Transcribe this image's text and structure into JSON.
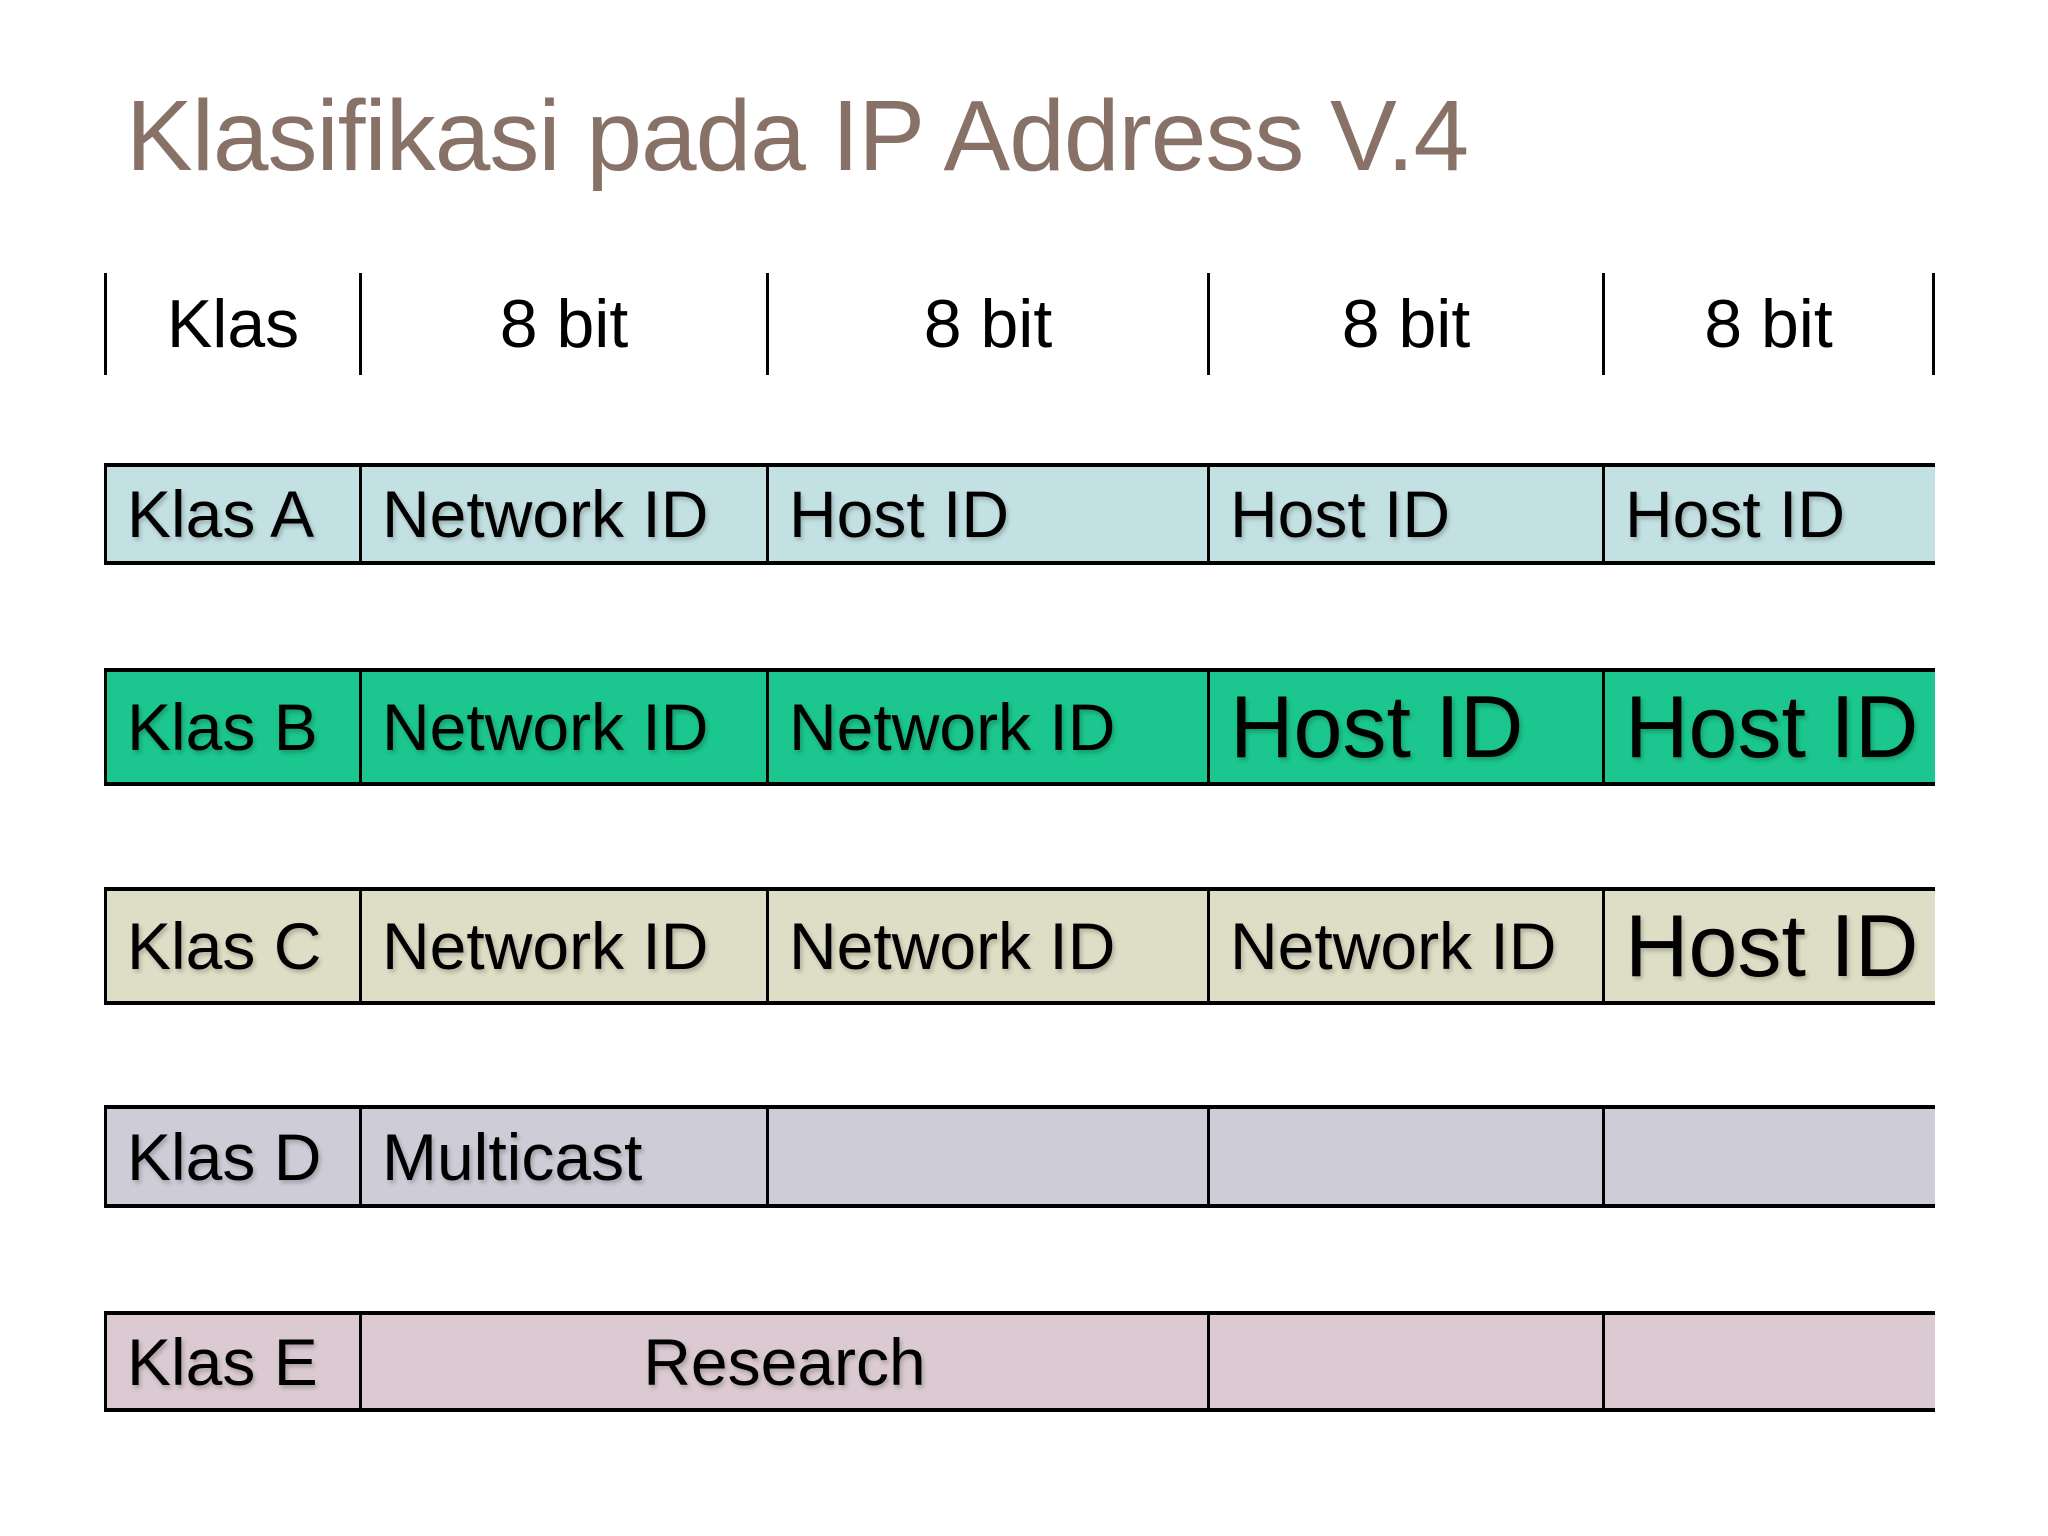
{
  "title": "Klasifikasi pada IP Address V.4",
  "colors": {
    "title": "#887268",
    "border": "#000000",
    "background": "#ffffff",
    "klas_a": "#c3e1e3",
    "klas_b": "#1bc78e",
    "klas_c": "#dedec6",
    "klas_d": "#cecdd7",
    "klas_e": "#dbcad2"
  },
  "header": {
    "cells": [
      "Klas",
      "8 bit",
      "8 bit",
      "8 bit",
      "8 bit"
    ]
  },
  "rows": [
    {
      "label": "Klas A",
      "color": "#c3e1e3",
      "cells": [
        "Klas A",
        "Network ID",
        "Host ID",
        "Host ID",
        "Host ID"
      ]
    },
    {
      "label": "Klas B",
      "color": "#1bc78e",
      "cells": [
        "Klas B",
        "Network ID",
        "Network ID",
        "Host ID",
        "Host ID"
      ]
    },
    {
      "label": "Klas C",
      "color": "#dedec6",
      "cells": [
        "Klas C",
        "Network ID",
        "Network ID",
        "Network ID",
        "Host ID"
      ]
    },
    {
      "label": "Klas D",
      "color": "#cecdd7",
      "cells": [
        "Klas D",
        "Multicast",
        "",
        "",
        ""
      ]
    },
    {
      "label": "Klas E",
      "color": "#dbcad2",
      "cells": [
        "Klas E",
        "Research",
        "",
        ""
      ]
    }
  ]
}
